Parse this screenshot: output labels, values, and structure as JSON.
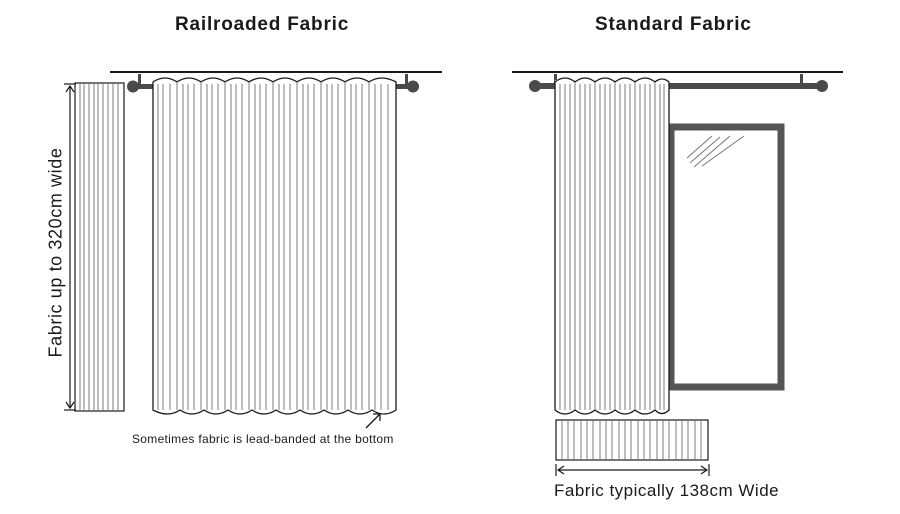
{
  "diagrams": {
    "railroaded": {
      "title": "Railroaded Fabric",
      "width_label": "Fabric up to 320cm wide",
      "note": "Sometimes fabric is lead-banded at the bottom"
    },
    "standard": {
      "title": "Standard Fabric",
      "width_label": "Fabric typically 138cm Wide"
    }
  },
  "colors": {
    "line": "#1a1a1a",
    "stripe": "#707070",
    "rod": "#4a4a4a",
    "window_frame": "#555555",
    "header_band": "#dcdcdc"
  }
}
